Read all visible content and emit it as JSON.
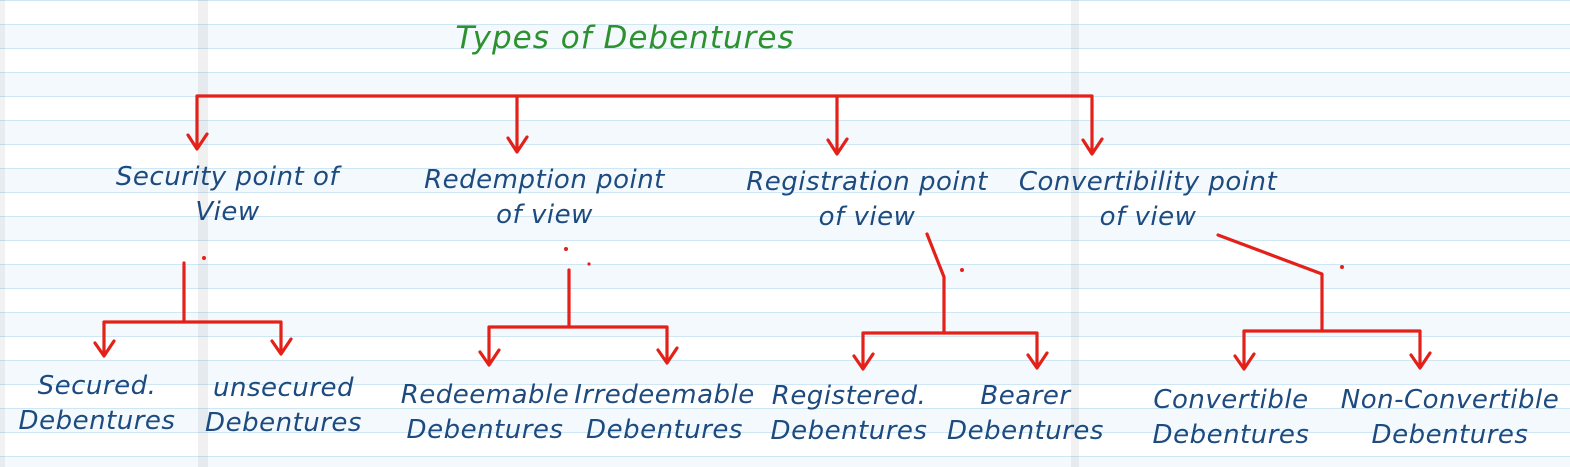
{
  "colors": {
    "ink_blue": "#1d4b7f",
    "ink_red": "#e32119",
    "ink_green": "#2e9130",
    "ruled_line": "#cfe7f4",
    "paper": "#ffffff"
  },
  "title": {
    "text": "Types of Debentures"
  },
  "tree": {
    "branches": [
      {
        "label": "Security point of\nView",
        "children": [
          "Secured.\nDebentures",
          "unsecured\nDebentures"
        ]
      },
      {
        "label": "Redemption point\nof view",
        "children": [
          "Redeemable\nDebentures",
          "Irredeemable\nDebentures"
        ]
      },
      {
        "label": "Registration point\nof view",
        "children": [
          "Registered.\nDebentures",
          "Bearer\nDebentures"
        ]
      },
      {
        "label": "Convertibility point\nof view",
        "children": [
          "Convertible\nDebentures",
          "Non-Convertible\nDebentures"
        ]
      }
    ]
  }
}
